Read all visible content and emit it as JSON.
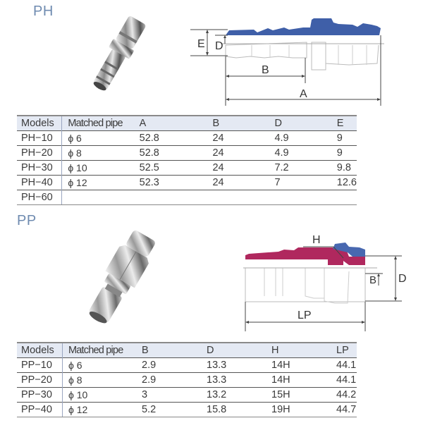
{
  "ph": {
    "title": "PH",
    "diagram_labels": {
      "E": "E",
      "D": "D",
      "B": "B",
      "A": "A"
    },
    "table": {
      "headers": [
        "Models",
        "Matched pipe",
        "A",
        "B",
        "D",
        "E"
      ],
      "rows": [
        [
          "PH−10",
          "ϕ 6",
          "52.8",
          "24",
          "4.9",
          "9"
        ],
        [
          "PH−20",
          "ϕ 8",
          "52.8",
          "24",
          "4.9",
          "9"
        ],
        [
          "PH−30",
          "ϕ 10",
          "52.5",
          "24",
          "7.2",
          "9.8"
        ],
        [
          "PH−40",
          "ϕ 12",
          "52.3",
          "24",
          "7",
          "12.6"
        ],
        [
          "PH−60",
          "",
          "",
          "",
          "",
          ""
        ]
      ]
    }
  },
  "pp": {
    "title": "PP",
    "diagram_labels": {
      "H": "H",
      "B": "B",
      "D": "D",
      "LP": "LP"
    },
    "table": {
      "headers": [
        "Models",
        "Matched pipe",
        "B",
        "D",
        "H",
        "LP"
      ],
      "rows": [
        [
          "PP−10",
          "ϕ 6",
          "2.9",
          "13.3",
          "14H",
          "44.1"
        ],
        [
          "PP−20",
          "ϕ 8",
          "2.9",
          "13.3",
          "14H",
          "44.1"
        ],
        [
          "PP−30",
          "ϕ 10",
          "3",
          "13.2",
          "15H",
          "44.2"
        ],
        [
          "PP−40",
          "ϕ 12",
          "5.2",
          "15.8",
          "19H",
          "44.7"
        ]
      ]
    }
  },
  "colors": {
    "title": "#6f8bb0",
    "header_bg": "#e4e9f3",
    "ph_body_blue": "#3f5fa8",
    "pp_body_magenta": "#b0285e",
    "pp_sleeve_blue": "#4868b0"
  }
}
